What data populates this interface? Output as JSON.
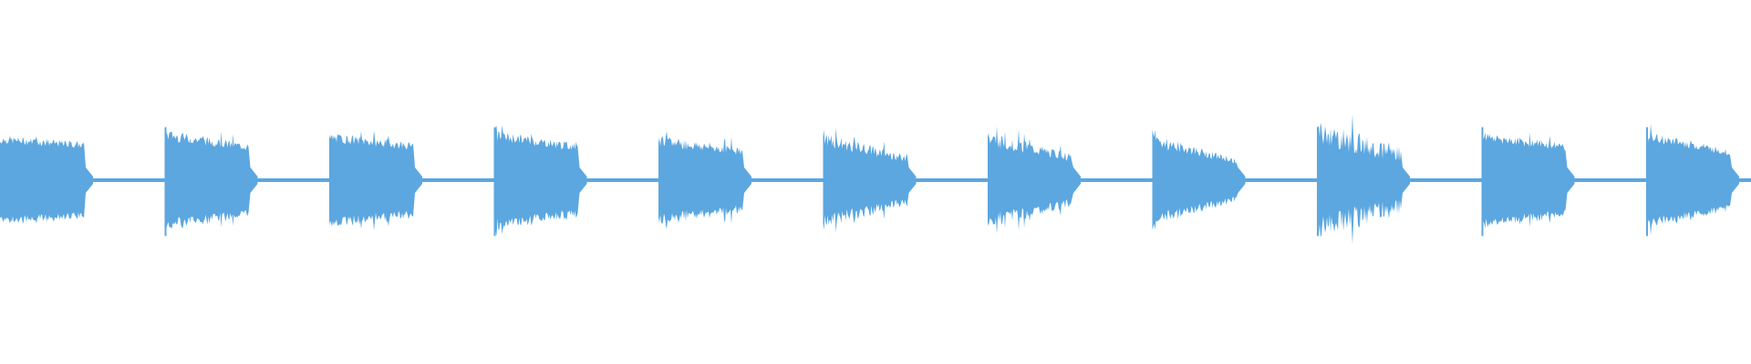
{
  "waveform": {
    "color": "#5ca7e0",
    "background": "#ffffff",
    "segments": [
      {
        "peak": 0.86,
        "attack": 0.82,
        "decay": 0.74,
        "noise": 0.1
      },
      {
        "peak": 0.95,
        "attack": 1.0,
        "decay": 0.7,
        "noise": 0.12
      },
      {
        "peak": 0.9,
        "attack": 0.88,
        "decay": 0.72,
        "noise": 0.12
      },
      {
        "peak": 0.94,
        "attack": 1.0,
        "decay": 0.7,
        "noise": 0.12
      },
      {
        "peak": 0.82,
        "attack": 0.86,
        "decay": 0.62,
        "noise": 0.15
      },
      {
        "peak": 0.86,
        "attack": 0.92,
        "decay": 0.45,
        "noise": 0.18
      },
      {
        "peak": 0.86,
        "attack": 0.92,
        "decay": 0.48,
        "noise": 0.18
      },
      {
        "peak": 0.84,
        "attack": 0.92,
        "decay": 0.4,
        "noise": 0.16
      },
      {
        "peak": 0.98,
        "attack": 1.0,
        "decay": 0.55,
        "noise": 0.3
      },
      {
        "peak": 0.92,
        "attack": 0.95,
        "decay": 0.7,
        "noise": 0.12
      },
      {
        "peak": 0.92,
        "attack": 0.95,
        "decay": 0.58,
        "noise": 0.12
      }
    ]
  }
}
